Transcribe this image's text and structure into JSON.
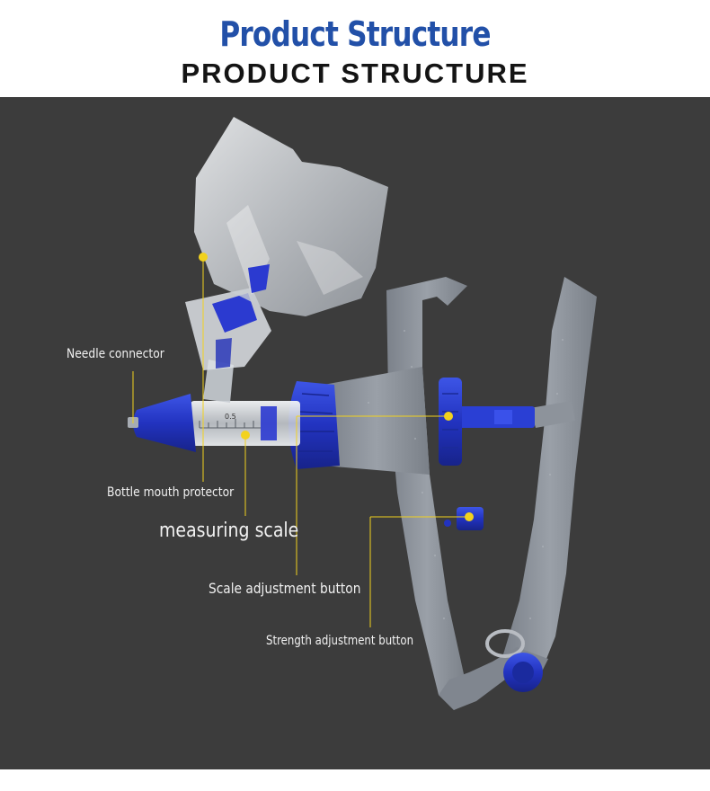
{
  "header": {
    "title_primary": "Product Structure",
    "title_secondary": "PRODUCT STRUCTURE"
  },
  "labels": {
    "needle_connector": "Needle connector",
    "bottle_mouth_protector": "Bottle mouth protector",
    "measuring_scale": "measuring scale",
    "scale_adjustment_button": "Scale adjustment button",
    "strength_adjustment_button": "Strength adjustment button"
  },
  "barrel": {
    "scale_mark": "0.5"
  },
  "colors": {
    "title_blue": "#2250a8",
    "background": "#3c3c3c",
    "accent_blue": "#2438c8",
    "grip_gray": "#8a9099",
    "leader_yellow": "#f2d21e"
  },
  "icons": {
    "product_image": "syringe-injector-illustration"
  }
}
